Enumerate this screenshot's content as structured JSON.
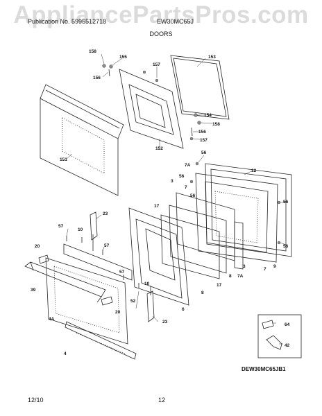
{
  "watermark": "AppliancePartsPros.com",
  "header": {
    "left": "Publication No. 5995512718",
    "right": "EW30MC65J",
    "section": "DOORS"
  },
  "model_code": "DEW30MC65JB1",
  "footer": {
    "date": "12/10",
    "page": "12"
  },
  "callouts": {
    "c158a": "158",
    "c155": "155",
    "c156a": "156",
    "c157a": "157",
    "c153": "153",
    "c154": "154",
    "c158b": "158",
    "c156b": "156",
    "c157b": "157",
    "c152a": "152",
    "c151": "151",
    "c56a": "56",
    "c12": "12",
    "c7Aa": "7A",
    "c56b": "56",
    "c3a": "3",
    "c7a": "7",
    "c56c": "56",
    "c56d": "56",
    "c17a": "17",
    "c23a": "23",
    "c57a": "57",
    "c10a": "10",
    "c57b": "57",
    "c20a": "20",
    "c57c": "57",
    "c56e": "56",
    "c7b": "7",
    "c9": "9",
    "c7Ab": "7A",
    "c8a": "8",
    "c3b": "3",
    "c17b": "17",
    "c8b": "8",
    "c39": "39",
    "c52b": "52",
    "c10b": "10",
    "c6": "6",
    "c20b": "20",
    "c4A": "4A",
    "c23b": "23",
    "c4": "4",
    "c64": "64",
    "c42": "42"
  }
}
